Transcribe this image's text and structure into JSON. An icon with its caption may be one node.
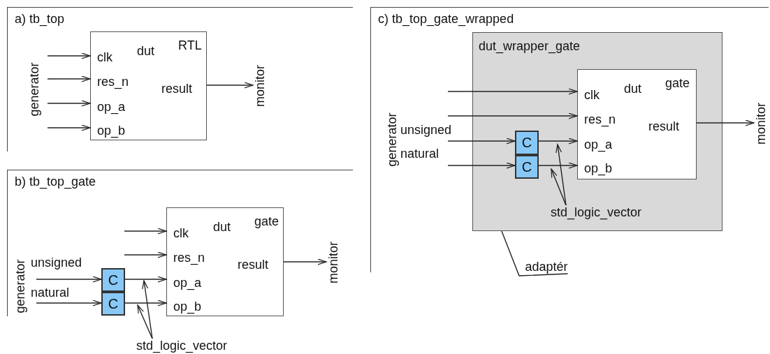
{
  "diagram": {
    "nodes": [
      {
        "text": [
          "a) tb_top"
        ]
      },
      {
        "text": [
          "dut",
          "RTL",
          "clk",
          "res_n",
          "op_a",
          "op_b",
          "result"
        ],
        "in": 0
      },
      {
        "text": [
          "monitor"
        ],
        "in": 0
      },
      {
        "text": [
          "b) tb_top_gate"
        ]
      },
      {
        "text": [
          "C"
        ],
        "in": 3
      },
      {
        "text": [
          "C"
        ],
        "in": 3
      },
      {
        "text": [
          "dut",
          "gate",
          "clk",
          "res_n",
          "op_a",
          "op_b",
          "result"
        ],
        "in": 3
      },
      {
        "text": [
          "monitor"
        ],
        "in": 3
      },
      {
        "text": [
          "std_logic_vector"
        ]
      },
      {
        "text": [
          "c) tb_top_gate_wrapped"
        ]
      },
      {
        "text": [
          "dut_wrapper_gate"
        ],
        "in": 9
      },
      {
        "text": [
          "C"
        ],
        "in": 10
      },
      {
        "text": [
          "C"
        ],
        "in": 10
      },
      {
        "text": [
          "dut",
          "gate",
          "clk",
          "res_n",
          "op_a",
          "op_b",
          "result"
        ],
        "in": 10
      },
      {
        "text": [
          "std_logic_vector"
        ],
        "in": 10
      },
      {
        "text": [
          "monitor"
        ],
        "in": 9
      },
      {
        "text": [
          "adaptér"
        ],
        "in": 9
      }
    ],
    "edges": [
      {
        "from": null,
        "to": 1,
        "arrow": "to"
      },
      {
        "from": null,
        "to": 1,
        "arrow": "to"
      },
      {
        "from": null,
        "to": 1,
        "arrow": "to"
      },
      {
        "from": null,
        "to": 1,
        "arrow": "to"
      },
      {
        "from": 1,
        "to": 2,
        "arrow": "to"
      },
      {
        "from": null,
        "to": 6,
        "arrow": "to"
      },
      {
        "from": null,
        "to": 6,
        "arrow": "to"
      },
      {
        "from": null,
        "to": 4,
        "arrow": "to",
        "label": "unsigned"
      },
      {
        "from": null,
        "to": 5,
        "arrow": "to",
        "label": "natural"
      },
      {
        "from": 4,
        "to": 6,
        "arrow": "to"
      },
      {
        "from": 5,
        "to": 6,
        "arrow": "to"
      },
      {
        "from": 6,
        "to": 7,
        "arrow": "to"
      },
      {
        "from": 8,
        "to": 4,
        "arrow": "to"
      },
      {
        "from": 8,
        "to": 5,
        "arrow": "to"
      },
      {
        "from": null,
        "to": 13,
        "arrow": "to"
      },
      {
        "from": null,
        "to": 13,
        "arrow": "to"
      },
      {
        "from": null,
        "to": 11,
        "arrow": "to",
        "label": "unsigned"
      },
      {
        "from": null,
        "to": 12,
        "arrow": "to",
        "label": "natural"
      },
      {
        "from": 11,
        "to": 13,
        "arrow": "to"
      },
      {
        "from": 12,
        "to": 13,
        "arrow": "to"
      },
      {
        "from": 13,
        "to": 15,
        "arrow": "to"
      },
      {
        "from": 14,
        "to": 11,
        "arrow": "to"
      },
      {
        "from": 14,
        "to": 12,
        "arrow": "to"
      },
      {
        "from": 16,
        "to": 10,
        "arrow": "none"
      }
    ],
    "labels": [
      "generator",
      "generator",
      "generator"
    ]
  }
}
